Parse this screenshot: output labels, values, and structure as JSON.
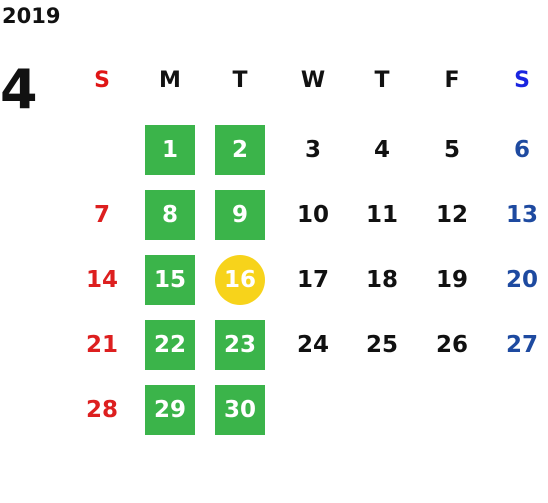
{
  "calendar": {
    "year": "2019",
    "month": "4",
    "weekdays": [
      "S",
      "M",
      "T",
      "W",
      "T",
      "F",
      "S"
    ],
    "weeks": [
      [
        null,
        "1",
        "2",
        "3",
        "4",
        "5",
        "6"
      ],
      [
        "7",
        "8",
        "9",
        "10",
        "11",
        "12",
        "13"
      ],
      [
        "14",
        "15",
        "16",
        "17",
        "18",
        "19",
        "20"
      ],
      [
        "21",
        "22",
        "23",
        "24",
        "25",
        "26",
        "27"
      ],
      [
        "28",
        "29",
        "30",
        null,
        null,
        null,
        null
      ]
    ],
    "highlighted_days": [
      "1",
      "2",
      "8",
      "9",
      "15",
      "22",
      "23",
      "29",
      "30"
    ],
    "today": "16",
    "colors": {
      "highlight": "#3bb44a",
      "today": "#f7d31b",
      "sunday": "#dd1f1f",
      "saturday": "#1e4aa0"
    }
  }
}
